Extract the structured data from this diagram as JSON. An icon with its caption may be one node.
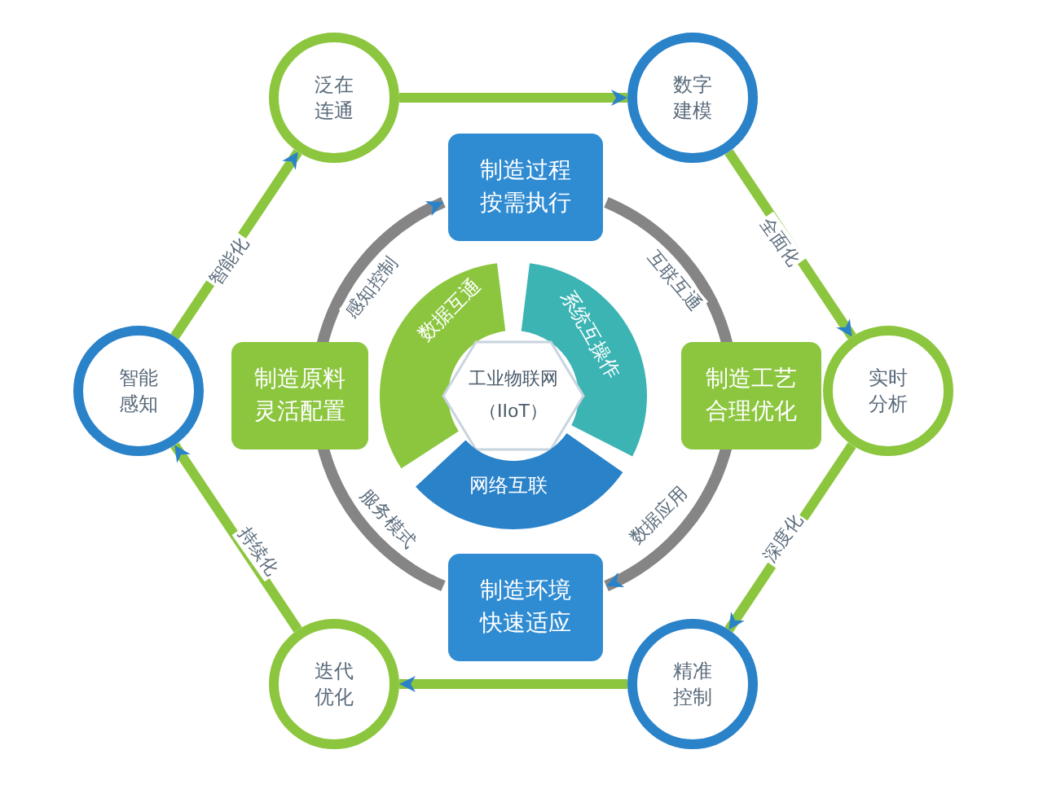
{
  "diagram": {
    "nodes": [
      {
        "text": [
          "泛在连通"
        ]
      },
      {
        "text": [
          "数字建模"
        ]
      },
      {
        "text": [
          "制造过程按需执行"
        ]
      },
      {
        "text": [
          "智能感知"
        ]
      },
      {
        "text": [
          "制造原料灵活配置"
        ]
      },
      {
        "text": [
          "数据互通"
        ]
      },
      {
        "text": [
          "系统互操作"
        ]
      },
      {
        "text": [
          "工业物联网（IIoT）"
        ]
      },
      {
        "text": [
          "制造工艺合理优化"
        ]
      },
      {
        "text": [
          "实时分析"
        ]
      },
      {
        "text": [
          "网络互联"
        ]
      },
      {
        "text": [
          "制造环境快速适应"
        ]
      },
      {
        "text": [
          "迭代优化"
        ]
      },
      {
        "text": [
          "精准控制"
        ]
      }
    ],
    "edges": [
      {
        "from": 0,
        "to": 1,
        "arrow": "to"
      },
      {
        "from": 1,
        "to": 9,
        "arrow": "to",
        "label": "全面化"
      },
      {
        "from": 9,
        "to": 13,
        "arrow": "to",
        "label": "深度化"
      },
      {
        "from": 13,
        "to": 12,
        "arrow": "to"
      },
      {
        "from": 12,
        "to": 3,
        "arrow": "to",
        "label": "持续化"
      },
      {
        "from": 3,
        "to": 0,
        "arrow": "to",
        "label": "智能化"
      },
      {
        "from": 4,
        "to": 2,
        "arrow": "to",
        "label": "感知控制"
      },
      {
        "from": 2,
        "to": 8,
        "arrow": "none",
        "label": "互联互通"
      },
      {
        "from": 8,
        "to": 11,
        "arrow": "to",
        "label": "数据应用"
      },
      {
        "from": 11,
        "to": 4,
        "arrow": "none",
        "label": "服务模式"
      }
    ]
  }
}
